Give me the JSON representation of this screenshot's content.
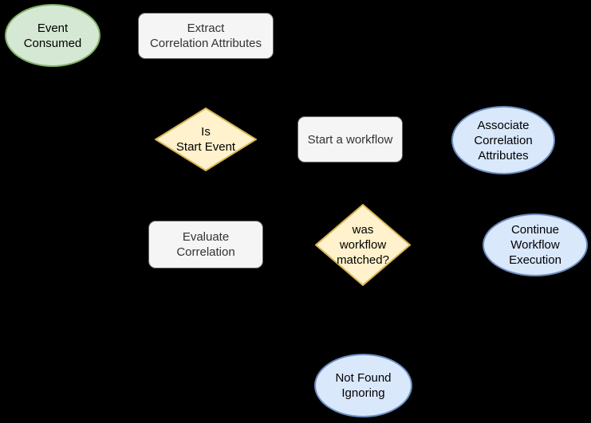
{
  "canvas": {
    "background_color": "#000000"
  },
  "diagram": {
    "type": "flowchart",
    "nodes": [
      {
        "id": "event-consumed",
        "shape": "ellipse",
        "label": "Event\nConsumed",
        "fill": "#d5e8d4",
        "stroke": "#82b366",
        "text_color": "#000000"
      },
      {
        "id": "extract-correlation-attributes",
        "shape": "rounded-rect",
        "label": "Extract\nCorrelation Attributes",
        "fill": "#f5f5f5",
        "stroke": "#666666",
        "text_color": "#333333"
      },
      {
        "id": "is-start-event",
        "shape": "diamond",
        "label": "Is\nStart Event",
        "fill": "#fff2cc",
        "stroke": "#d6b656",
        "text_color": "#000000"
      },
      {
        "id": "start-a-workflow",
        "shape": "rounded-rect",
        "label": "Start a workflow",
        "fill": "#f5f5f5",
        "stroke": "#666666",
        "text_color": "#333333"
      },
      {
        "id": "associate-correlation-attributes",
        "shape": "ellipse",
        "label": "Associate\nCorrelation\nAttributes",
        "fill": "#dae8fc",
        "stroke": "#6c8ebf",
        "text_color": "#000000"
      },
      {
        "id": "evaluate-correlation",
        "shape": "rounded-rect",
        "label": "Evaluate\nCorrelation",
        "fill": "#f5f5f5",
        "stroke": "#666666",
        "text_color": "#333333"
      },
      {
        "id": "was-workflow-matched",
        "shape": "diamond",
        "label": "was\nworkflow\nmatched?",
        "fill": "#fff2cc",
        "stroke": "#d6b656",
        "text_color": "#000000"
      },
      {
        "id": "continue-workflow-execution",
        "shape": "ellipse",
        "label": "Continue\nWorkflow\nExecution",
        "fill": "#dae8fc",
        "stroke": "#6c8ebf",
        "text_color": "#000000"
      },
      {
        "id": "not-found-ignoring",
        "shape": "ellipse",
        "label": "Not Found\nIgnoring",
        "fill": "#dae8fc",
        "stroke": "#6c8ebf",
        "text_color": "#000000"
      }
    ]
  }
}
